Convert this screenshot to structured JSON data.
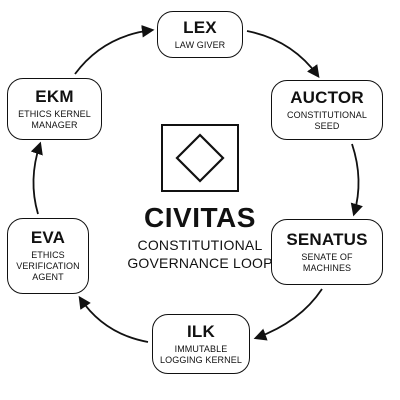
{
  "center": {
    "title": "CIVITAS",
    "subtitle_line1": "CONSTITUTIONAL",
    "subtitle_line2": "GOVERNANCE LOOP",
    "logo_icon": "diamond-in-square-icon"
  },
  "nodes": {
    "lex": {
      "title": "LEX",
      "lines": [
        "LAW GIVER"
      ]
    },
    "auctor": {
      "title": "AUCTOR",
      "lines": [
        "CONSTITUTIONAL",
        "SEED"
      ]
    },
    "senatus": {
      "title": "SENATUS",
      "lines": [
        "SENATE OF",
        "MACHINES"
      ]
    },
    "ilk": {
      "title": "ILK",
      "lines": [
        "IMMUTABLE",
        "LOGGING KERNEL"
      ]
    },
    "eva": {
      "title": "EVA",
      "lines": [
        "ETHICS",
        "VERIFICATION",
        "AGENT"
      ]
    },
    "ekm": {
      "title": "EKM",
      "lines": [
        "ETHICS KERNEL",
        "MANAGER"
      ]
    }
  },
  "flow": [
    "lex",
    "auctor",
    "senatus",
    "ilk",
    "eva",
    "ekm",
    "lex"
  ],
  "colors": {
    "stroke": "#111111",
    "background": "#ffffff"
  }
}
